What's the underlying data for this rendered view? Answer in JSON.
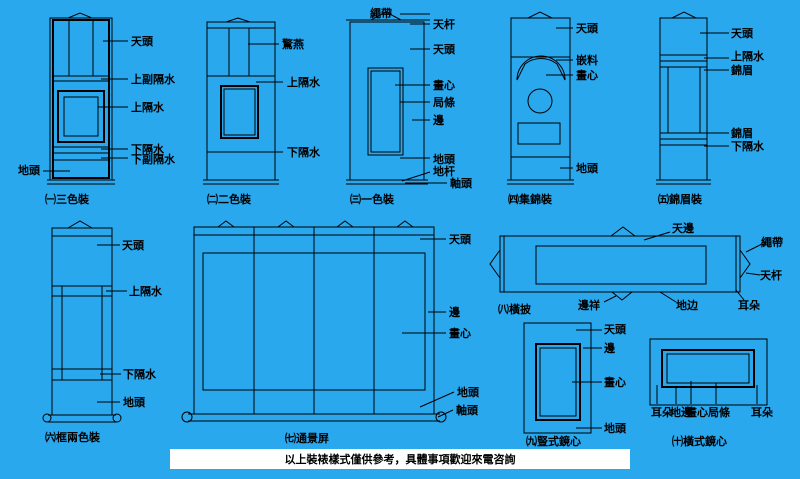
{
  "colors": {
    "background": "#2aa8ee",
    "line": "#000000",
    "bar": "#ffffff"
  },
  "mounts": {
    "m1": {
      "caption": "㈠三色裝",
      "labels": [
        "天頭",
        "上副隔水",
        "上隔水",
        "下隔水",
        "下副隔水",
        "地頭"
      ]
    },
    "m2": {
      "caption": "㈡二色裝",
      "labels": [
        "驚燕",
        "上隔水",
        "下隔水"
      ]
    },
    "m3": {
      "caption": "㈢一色裝",
      "labels": [
        "繩帶",
        "天杆",
        "天頭",
        "畫心",
        "局條",
        "邊",
        "地頭",
        "地杆",
        "軸頭"
      ]
    },
    "m4": {
      "caption": "㈣集錦裝",
      "labels": [
        "天頭",
        "嵌料",
        "畫心",
        "地頭"
      ]
    },
    "m5": {
      "caption": "㈤錦眉裝",
      "labels": [
        "天頭",
        "上隔水",
        "錦眉",
        "錦眉",
        "下隔水"
      ]
    },
    "m6": {
      "caption": "㈥框兩色裝",
      "labels": [
        "天頭",
        "上隔水",
        "下隔水",
        "地頭"
      ]
    },
    "m7": {
      "caption": "㈦通景屏",
      "labels": [
        "天頭",
        "邊",
        "畫心",
        "地頭",
        "軸頭"
      ]
    },
    "m8": {
      "caption": "㈧橫披",
      "labels": [
        "天邊",
        "繩帶",
        "天杆",
        "邊祥",
        "地边",
        "耳朵"
      ]
    },
    "m9": {
      "caption": "㈨豎式鏡心",
      "labels": [
        "天頭",
        "邊",
        "畫心",
        "地頭"
      ]
    },
    "m10": {
      "caption": "㈩橫式鏡心",
      "labels": [
        "耳朵",
        "地邊",
        "畫心",
        "局條",
        "耳朵"
      ]
    }
  },
  "footer": "以上裝裱樣式僅供參考，具體事項歡迎來電咨詢"
}
